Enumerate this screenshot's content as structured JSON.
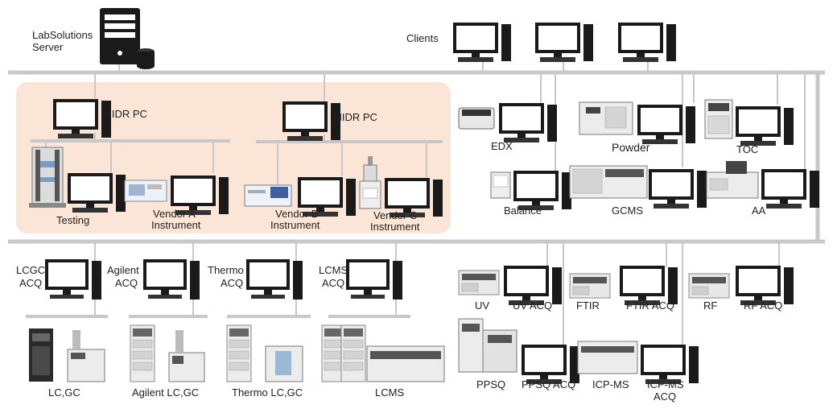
{
  "server": {
    "label_line1": "LabSolutions",
    "label_line2": "Server"
  },
  "clients": {
    "label": "Clients"
  },
  "midr": {
    "pc1": "MIDR PC",
    "pc2": "MIDR PC",
    "testing": "Testing",
    "vendor_a": {
      "line1": "Vendor A",
      "line2": "Instrument"
    },
    "vendor_b": {
      "line1": "Vendor B",
      "line2": "Instrument"
    },
    "vendor_c": {
      "line1": "Vendor C",
      "line2": "Instrument"
    }
  },
  "right_instruments": {
    "edx": "EDX",
    "powder": "Powder",
    "toc": "TOC",
    "balance": "Balance",
    "gcms": "GCMS",
    "aa": "AA"
  },
  "acq": {
    "lcgc": {
      "line1": "LCGC",
      "line2": "ACQ"
    },
    "agilent": {
      "line1": "Agilent",
      "line2": "ACQ"
    },
    "thermo": {
      "line1": "Thermo",
      "line2": "ACQ"
    },
    "lcms": {
      "line1": "LCMS",
      "line2": "ACQ"
    }
  },
  "bottom_instruments": {
    "lcgc": "LC,GC",
    "agilent": "Agilent LC,GC",
    "thermo": "Thermo LC,GC",
    "lcms": "LCMS"
  },
  "bottom_right": {
    "uv": "UV",
    "uv_acq": "UV ACQ",
    "ftir": "FTIR",
    "ftir_acq": "FTIR ACQ",
    "rf": "RF",
    "rf_acq": "RF ACQ",
    "ppsq": "PPSQ",
    "ppsq_acq": "PPSQ ACQ",
    "icpms": "ICP-MS",
    "icpms_acq": {
      "line1": "ICP-MS",
      "line2": "ACQ"
    }
  },
  "colors": {
    "network": "#c8c8c8",
    "midr_region": "#fbe5d6",
    "monitor": "#1a1a1a",
    "screen": "#ffffff",
    "instrument": "#e6e6e6",
    "instrument_dark": "#444444"
  }
}
